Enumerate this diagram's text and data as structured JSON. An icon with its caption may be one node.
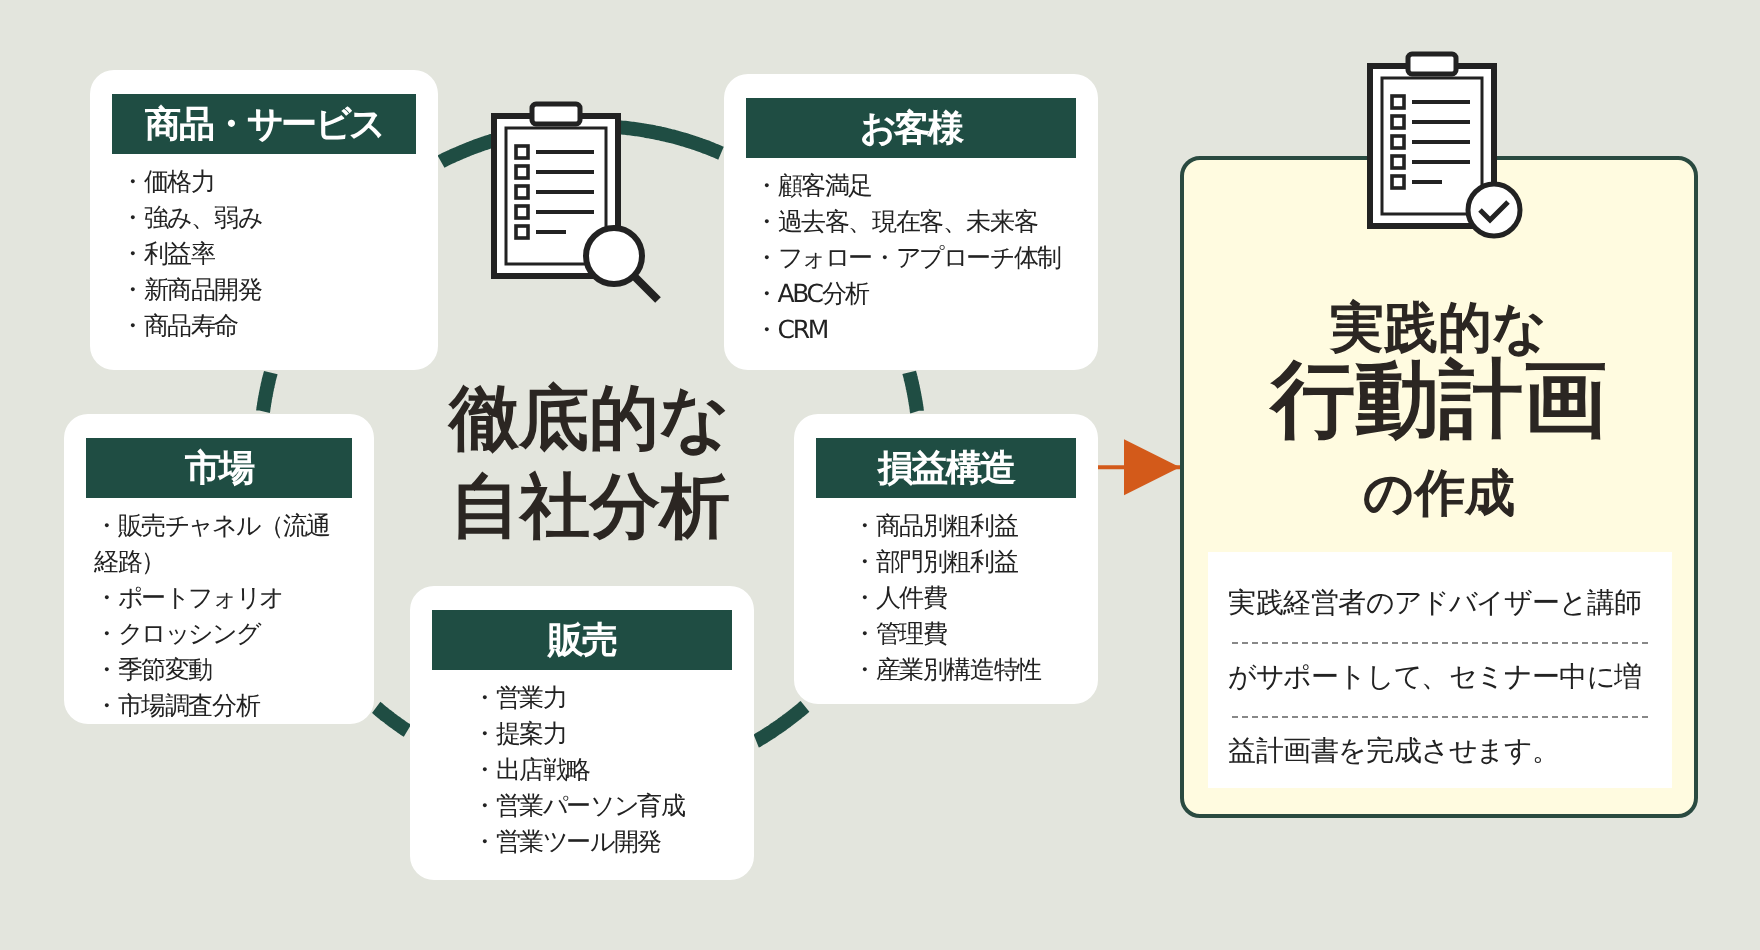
{
  "diagram": {
    "nodes": [
      {
        "text": [
          "商品・サービス",
          "・価格力",
          "・強み、弱み",
          "・利益率",
          "・新商品開発",
          "・商品寿命"
        ]
      },
      {
        "text": [
          "お客様",
          "・顧客満足",
          "・過去客、現在客、未来客",
          "・フォロー・アプローチ体制",
          "・ABC分析",
          "・CRM"
        ]
      },
      {
        "text": [
          "市場",
          "・販売チャネル（流通経路）",
          "・ポートフォリオ",
          "・クロッシング",
          "・季節変動",
          "・市場調査分析"
        ]
      },
      {
        "text": [
          "徹底的な自社分析"
        ]
      },
      {
        "text": [
          "損益構造",
          "・商品別粗利益",
          "・部門別粗利益",
          "・人件費",
          "・管理費",
          "・産業別構造特性"
        ]
      },
      {
        "text": [
          "販売",
          "・営業力",
          "・提案力",
          "・出店戦略",
          "・営業パーソン育成",
          "・営業ツール開発"
        ]
      },
      {
        "text": [
          "実践的な",
          "行動計画",
          "の作成"
        ]
      },
      {
        "text": [
          "実践経営者のアドバイザーと講師がサポートして、セミナー中に増益計画書を完成させます。"
        ],
        "in": 6
      }
    ],
    "edges": [
      {
        "from": 0,
        "to": 1,
        "arrow": "none"
      },
      {
        "from": 1,
        "to": 4,
        "arrow": "none"
      },
      {
        "from": 4,
        "to": 5,
        "arrow": "none"
      },
      {
        "from": 5,
        "to": 2,
        "arrow": "none"
      },
      {
        "from": 2,
        "to": 0,
        "arrow": "none"
      },
      {
        "from": 4,
        "to": 6,
        "arrow": "to",
        "color": "#d35a1a"
      }
    ]
  }
}
